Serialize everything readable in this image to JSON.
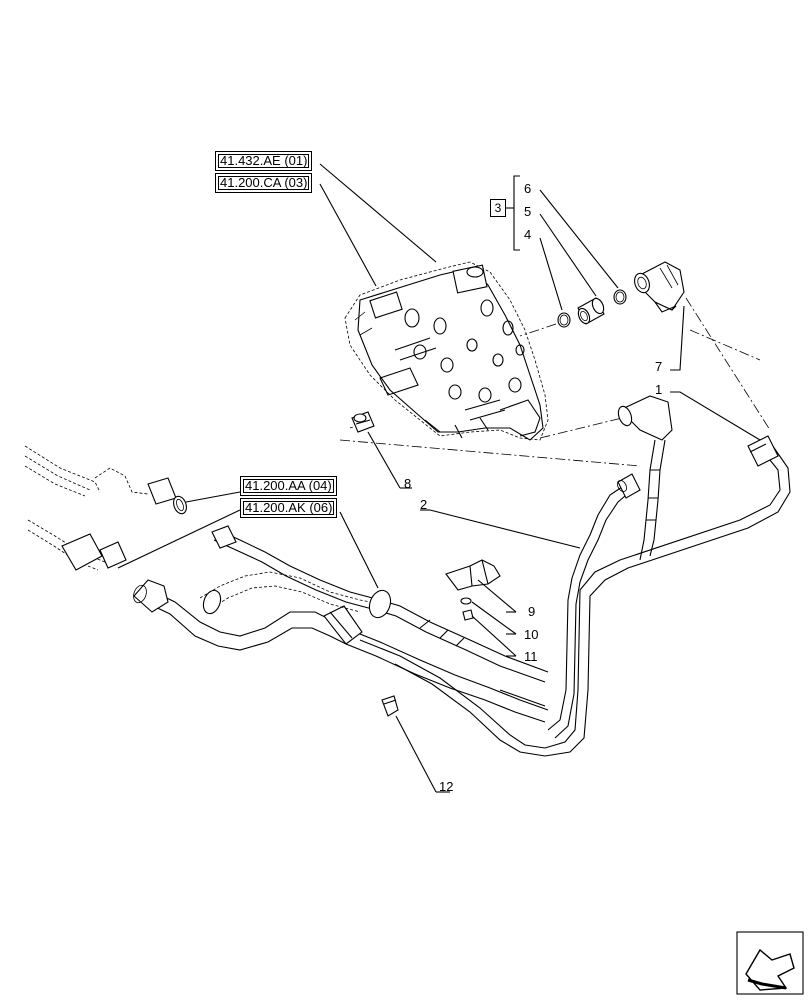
{
  "references": [
    {
      "id": "ref-41432ae",
      "label": "41.432.AE (01)"
    },
    {
      "id": "ref-41200ca",
      "label": "41.200.CA (03)"
    },
    {
      "id": "ref-41200aa",
      "label": "41.200.AA (04)"
    },
    {
      "id": "ref-41200ak",
      "label": "41.200.AK (06)"
    }
  ],
  "kit_label": "3",
  "callouts": [
    "1",
    "2",
    "4",
    "5",
    "6",
    "7",
    "8",
    "9",
    "10",
    "11",
    "12"
  ],
  "nav_icon": "next-page-arrow-icon"
}
